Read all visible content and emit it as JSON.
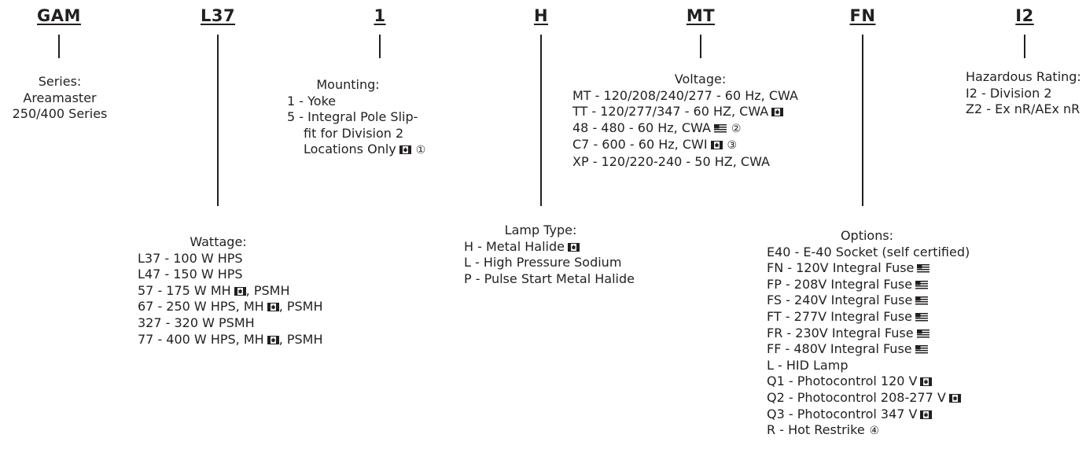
{
  "codes": {
    "series": "GAM",
    "wattage": "L37",
    "mounting": "1",
    "lamp_type": "H",
    "voltage": "MT",
    "options": "FN",
    "hazardous": "I2"
  },
  "series": {
    "heading": "Series:",
    "lines": [
      "Areamaster",
      "250/400 Series"
    ]
  },
  "mounting": {
    "heading": "Mounting:",
    "items": [
      {
        "text": "1 - Yoke"
      },
      {
        "text": "5 - Integral Pole Slip-"
      },
      {
        "text": "fit for Division 2"
      },
      {
        "text": "Locations Only",
        "flag": "canada-flag-icon",
        "note": "①"
      }
    ]
  },
  "voltage": {
    "heading": "Voltage:",
    "items": [
      {
        "text": "MT - 120/208/240/277 - 60 Hz, CWA"
      },
      {
        "text": "TT - 120/277/347 - 60 HZ, CWA",
        "flag": "canada-flag-icon"
      },
      {
        "text": "48 - 480 - 60 Hz, CWA",
        "flag": "us-flag-icon",
        "note": "②"
      },
      {
        "text": "C7 - 600 - 60 Hz, CWI",
        "flag": "canada-flag-icon",
        "note": "③"
      },
      {
        "text": "XP - 120/220-240 - 50 HZ, CWA"
      }
    ]
  },
  "hazardous": {
    "heading": "Hazardous Rating:",
    "items": [
      {
        "text": "I2 - Division 2"
      },
      {
        "text": "Z2 - Ex nR/AEx nR"
      }
    ]
  },
  "wattage": {
    "heading": "Wattage:",
    "items": [
      {
        "text": "L37 - 100 W HPS"
      },
      {
        "text": "L47 - 150 W HPS"
      },
      {
        "pre": "57 - 175 W MH",
        "flag": "canada-flag-icon",
        "post": ", PSMH"
      },
      {
        "pre": "67 - 250 W HPS, MH",
        "flag": "canada-flag-icon",
        "post": ", PSMH"
      },
      {
        "text": "327 - 320 W PSMH"
      },
      {
        "pre": "77 - 400 W HPS, MH",
        "flag": "canada-flag-icon",
        "post": ", PSMH"
      }
    ]
  },
  "lamp_type": {
    "heading": "Lamp Type:",
    "items": [
      {
        "text": "H - Metal Halide",
        "flag": "canada-flag-icon"
      },
      {
        "text": "L - High Pressure Sodium"
      },
      {
        "text": "P - Pulse Start Metal Halide"
      }
    ]
  },
  "options": {
    "heading": "Options:",
    "items": [
      {
        "text": "E40 - E-40 Socket (self certified)"
      },
      {
        "text": "FN - 120V Integral Fuse",
        "flag": "us-flag-icon"
      },
      {
        "text": "FP - 208V Integral Fuse",
        "flag": "us-flag-icon"
      },
      {
        "text": "FS - 240V Integral Fuse",
        "flag": "us-flag-icon"
      },
      {
        "text": "FT - 277V Integral Fuse",
        "flag": "us-flag-icon"
      },
      {
        "text": "FR - 230V Integral Fuse",
        "flag": "us-flag-icon"
      },
      {
        "text": "FF - 480V Integral Fuse",
        "flag": "us-flag-icon"
      },
      {
        "text": "L - HID Lamp"
      },
      {
        "text": "Q1 - Photocontrol 120 V",
        "flag": "canada-flag-icon"
      },
      {
        "text": "Q2 - Photocontrol 208-277 V",
        "flag": "canada-flag-icon"
      },
      {
        "text": "Q3 - Photocontrol 347 V",
        "flag": "canada-flag-icon"
      },
      {
        "text": "R - Hot Restrike",
        "note": "④"
      }
    ]
  },
  "colors": {
    "text": "#231f20",
    "background": "#ffffff"
  }
}
